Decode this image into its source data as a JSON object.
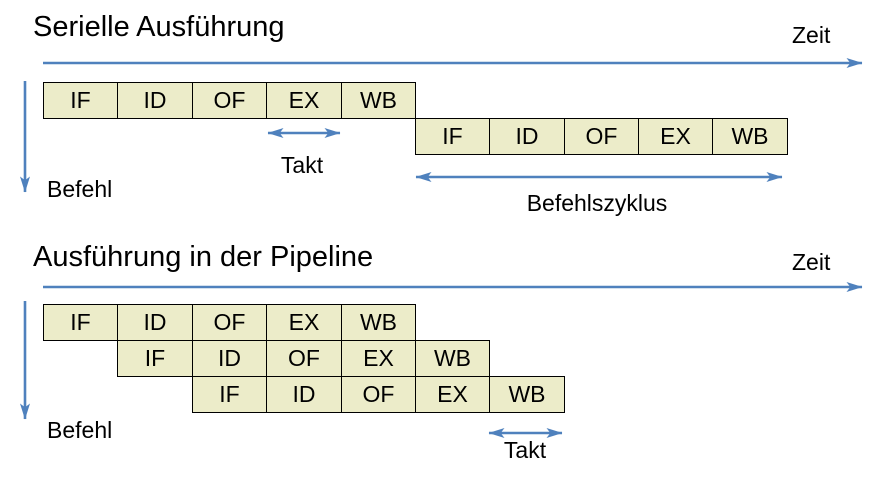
{
  "colors": {
    "accent_blue": "#4F81BD",
    "cell_fill": "#ECECC9",
    "cell_border": "#000000",
    "background": "#FFFFFF"
  },
  "serial": {
    "title": "Serielle Ausführung",
    "time_axis_label": "Zeit",
    "instruction_axis_label": "Befehl",
    "clock_label": "Takt",
    "cycle_label": "Befehlszyklus",
    "rows": [
      [
        "IF",
        "ID",
        "OF",
        "EX",
        "WB"
      ],
      [
        "IF",
        "ID",
        "OF",
        "EX",
        "WB"
      ]
    ]
  },
  "pipeline": {
    "title": "Ausführung in der Pipeline",
    "time_axis_label": "Zeit",
    "instruction_axis_label": "Befehl",
    "clock_label": "Takt",
    "rows": [
      [
        "IF",
        "ID",
        "OF",
        "EX",
        "WB"
      ],
      [
        "IF",
        "ID",
        "OF",
        "EX",
        "WB"
      ],
      [
        "IF",
        "ID",
        "OF",
        "EX",
        "WB"
      ]
    ]
  }
}
